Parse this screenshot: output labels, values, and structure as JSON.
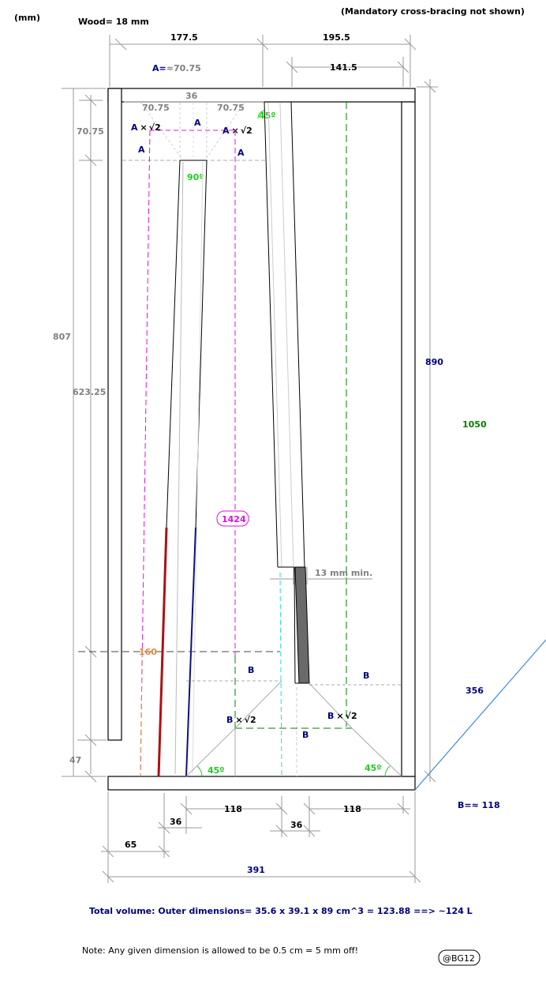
{
  "header": {
    "units": "(mm)",
    "wood": "Wood= 18 mm",
    "bracing_note": "(Mandatory cross-bracing not shown)"
  },
  "dimensions": {
    "top_left_width": "177.5",
    "top_right_width": "195.5",
    "top_inner": "141.5",
    "a_value": "A=≈70.75",
    "top_36": "36",
    "left_70": "70.75",
    "right_70": "70.75",
    "side_70": "70.75",
    "height_807": "807",
    "height_623": "623.25",
    "height_890": "890",
    "height_1050": "1050",
    "line_1424": "1424",
    "min_13": "13 mm min.",
    "val_160": "160",
    "diag_356": "356",
    "b_value": "B=≈ 118",
    "bottom_47": "47",
    "bottom_118_left": "118",
    "bottom_118_right": "118",
    "bottom_36_left": "36",
    "bottom_36_mid": "36",
    "bottom_65": "65",
    "bottom_391": "391"
  },
  "labels": {
    "a": "A",
    "b": "B",
    "times": "×",
    "root2": "√2",
    "angle45": "45º",
    "angle90": "90º"
  },
  "footer": {
    "volume": "Total volume: Outer dimensions= 35.6 x  39.1 x 89 cm^3 = 123.88 ==>  ~124 L",
    "note": "Note: Any given dimension is allowed to be 0.5 cm = 5 mm off!",
    "credit": "@BG12"
  }
}
